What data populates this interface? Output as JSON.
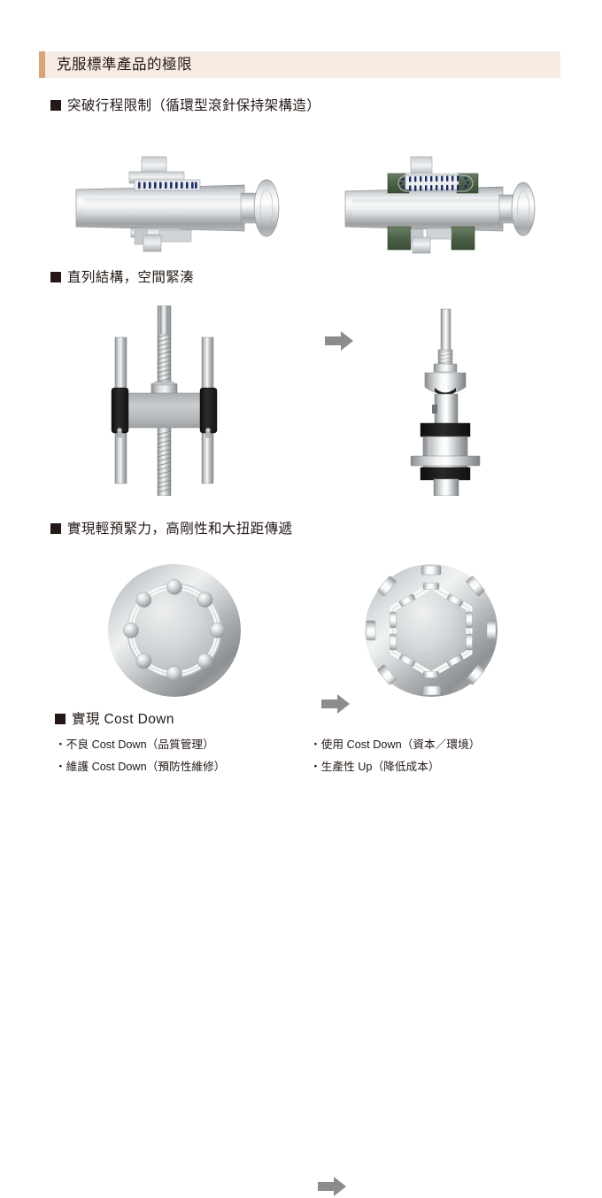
{
  "header": {
    "title": "克服標準產品的極限",
    "accent_color": "#d9a376",
    "background_color": "#f7ece3"
  },
  "sections": [
    {
      "bullet": "■",
      "heading": "突破行程限制（循環型滾針保持架構造）",
      "figure": {
        "left_name": "standard-linear-actuator",
        "right_name": "recirculating-roller-cage-actuator",
        "arrow": "arrow-right-icon"
      }
    },
    {
      "bullet": "■",
      "heading": "直列結構，空間緊湊",
      "figure": {
        "left_name": "parallel-ballscrew-rail-assembly",
        "right_name": "inline-compact-actuator",
        "arrow": "arrow-right-icon"
      }
    },
    {
      "bullet": "■",
      "heading": "實現輕預緊力，高剛性和大扭距傳遞",
      "figure": {
        "left_name": "ball-bearing-flange-disc",
        "right_name": "hexagonal-roller-flange-disc",
        "arrow": "arrow-right-icon"
      }
    }
  ],
  "cost_down": {
    "bullet": "■",
    "title": "實現  Cost Down",
    "left_items": [
      "・不良  Cost Down（品質管理）",
      "・維護  Cost Down（預防性維修）"
    ],
    "right_items": [
      "・使用  Cost Down（資本／環境）",
      "・生產性  Up（降低成本）"
    ]
  },
  "colors": {
    "text": "#231815",
    "arrow": "#8c8c8c",
    "metal_light": "#ffffff",
    "metal_mid": "#c2c6c8",
    "metal_dark": "#8e9295",
    "roller_blue": "#1b2a6b",
    "cap_green": "#4e6349",
    "carriage_black": "#1a1a1a"
  }
}
